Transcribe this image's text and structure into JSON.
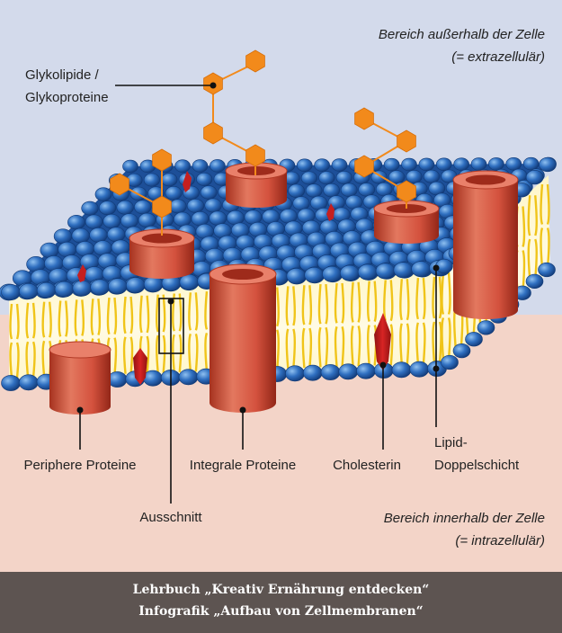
{
  "labels": {
    "outside_line1": "Bereich außerhalb der Zelle",
    "outside_line2": "(= extrazellulär)",
    "glyko_line1": "Glykolipide /",
    "glyko_line2": "Glykoproteine",
    "periphere": "Periphere Proteine",
    "integrale": "Integrale Proteine",
    "cholesterin": "Cholesterin",
    "lipid_line1": "Lipid-",
    "lipid_line2": "Doppelschicht",
    "ausschnitt": "Ausschnitt",
    "inside_line1": "Bereich innerhalb der Zelle",
    "inside_line2": "(= intrazellulär)"
  },
  "footer": {
    "title": "Lehrbuch „Kreativ Ernährung entdecken“",
    "subtitle": "Infografik „Aufbau von Zellmembranen“"
  },
  "colors": {
    "extracellular": "#d3daeb",
    "intracellular": "#f3d4c8",
    "lipid_head": "#2f6fc0",
    "lipid_tail": "#f0c419",
    "protein": "#d4523e",
    "cholesterol": "#c51f1f",
    "sugar": "#f28a1b",
    "footer_bg": "#5d5451"
  }
}
